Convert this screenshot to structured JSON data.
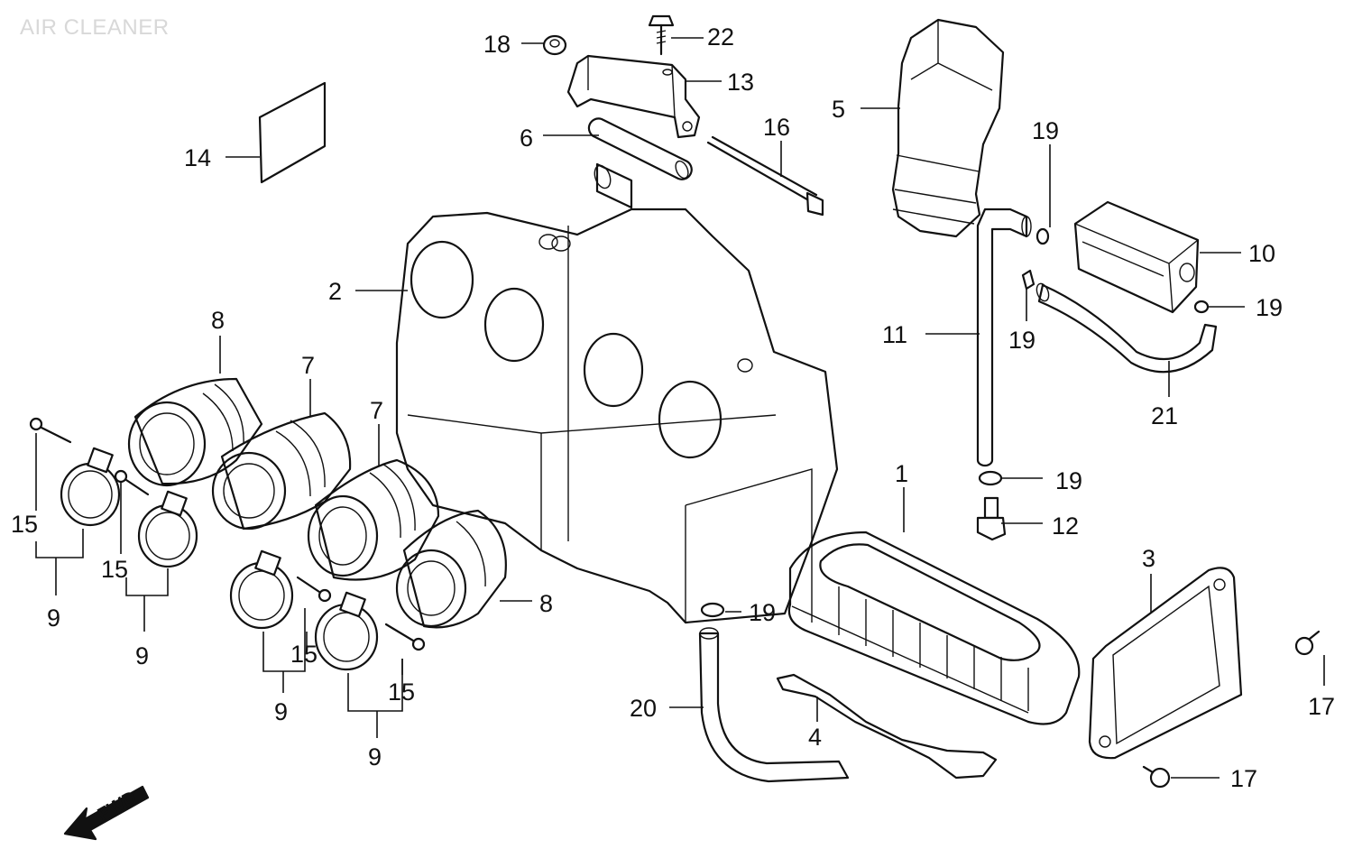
{
  "diagram": {
    "title": "AIR CLEANER",
    "direction_label": "FWD",
    "callouts": [
      {
        "id": "c1",
        "text": "1"
      },
      {
        "id": "c2",
        "text": "2"
      },
      {
        "id": "c3",
        "text": "3"
      },
      {
        "id": "c4",
        "text": "4"
      },
      {
        "id": "c5",
        "text": "5"
      },
      {
        "id": "c6",
        "text": "6"
      },
      {
        "id": "c7a",
        "text": "7"
      },
      {
        "id": "c7b",
        "text": "7"
      },
      {
        "id": "c8a",
        "text": "8"
      },
      {
        "id": "c8b",
        "text": "8"
      },
      {
        "id": "c9a",
        "text": "9"
      },
      {
        "id": "c9b",
        "text": "9"
      },
      {
        "id": "c9c",
        "text": "9"
      },
      {
        "id": "c9d",
        "text": "9"
      },
      {
        "id": "c10",
        "text": "10"
      },
      {
        "id": "c11",
        "text": "11"
      },
      {
        "id": "c12",
        "text": "12"
      },
      {
        "id": "c13",
        "text": "13"
      },
      {
        "id": "c14",
        "text": "14"
      },
      {
        "id": "c15a",
        "text": "15"
      },
      {
        "id": "c15b",
        "text": "15"
      },
      {
        "id": "c15c",
        "text": "15"
      },
      {
        "id": "c15d",
        "text": "15"
      },
      {
        "id": "c16",
        "text": "16"
      },
      {
        "id": "c17a",
        "text": "17"
      },
      {
        "id": "c17b",
        "text": "17"
      },
      {
        "id": "c18",
        "text": "18"
      },
      {
        "id": "c19a",
        "text": "19"
      },
      {
        "id": "c19b",
        "text": "19"
      },
      {
        "id": "c19c",
        "text": "19"
      },
      {
        "id": "c19d",
        "text": "19"
      },
      {
        "id": "c19e",
        "text": "19"
      },
      {
        "id": "c20",
        "text": "20"
      },
      {
        "id": "c21",
        "text": "21"
      },
      {
        "id": "c22",
        "text": "22"
      }
    ]
  }
}
